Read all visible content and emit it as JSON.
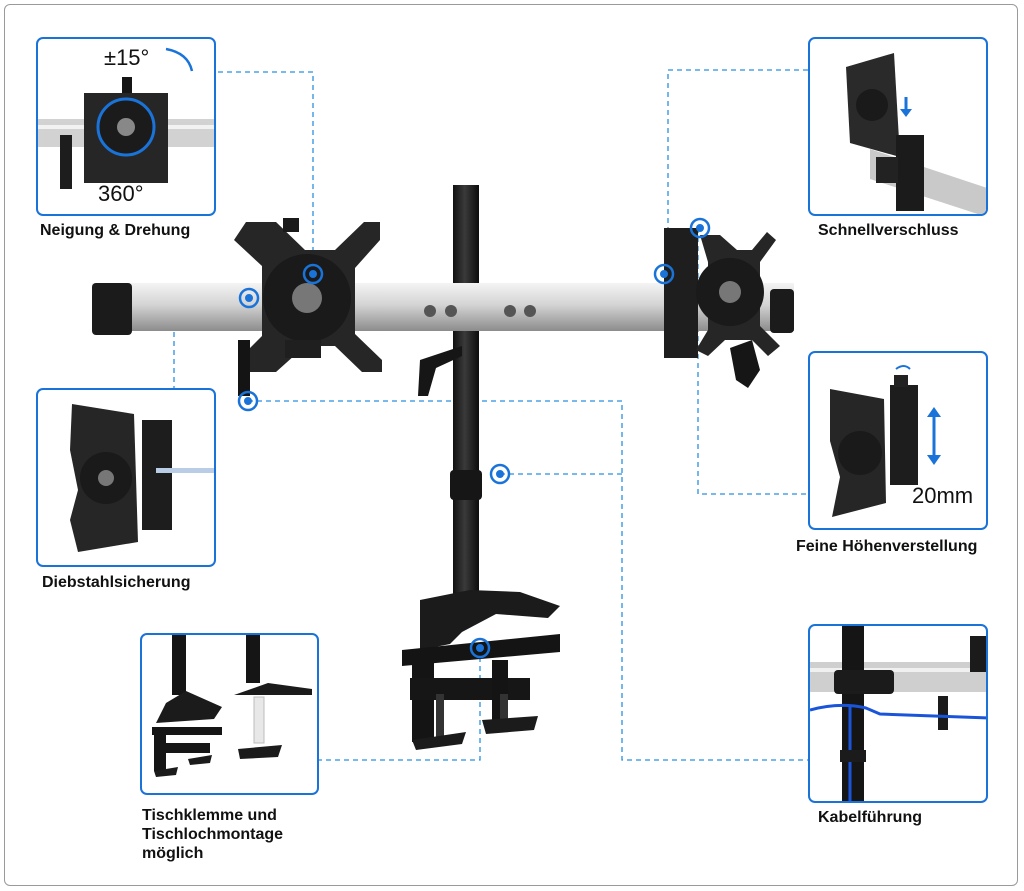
{
  "features": [
    {
      "id": "tilt",
      "caption": "Neigung & Drehung",
      "tilt_label": "±15°",
      "rotate_label": "360°"
    },
    {
      "id": "quick",
      "caption": "Schnellverschluss"
    },
    {
      "id": "theft",
      "caption": "Diebstahlsicherung"
    },
    {
      "id": "height",
      "caption": "Feine Höhenverstellung",
      "range_label": "20mm"
    },
    {
      "id": "clamp",
      "caption_lines": [
        "Tischklemme und",
        "Tischlochmontage",
        "möglich"
      ]
    },
    {
      "id": "cable",
      "caption": "Kabelführung"
    }
  ],
  "colors": {
    "accent": "#1a73d9",
    "metal": "#2a2a2a",
    "rail": "#c8c8c8"
  }
}
